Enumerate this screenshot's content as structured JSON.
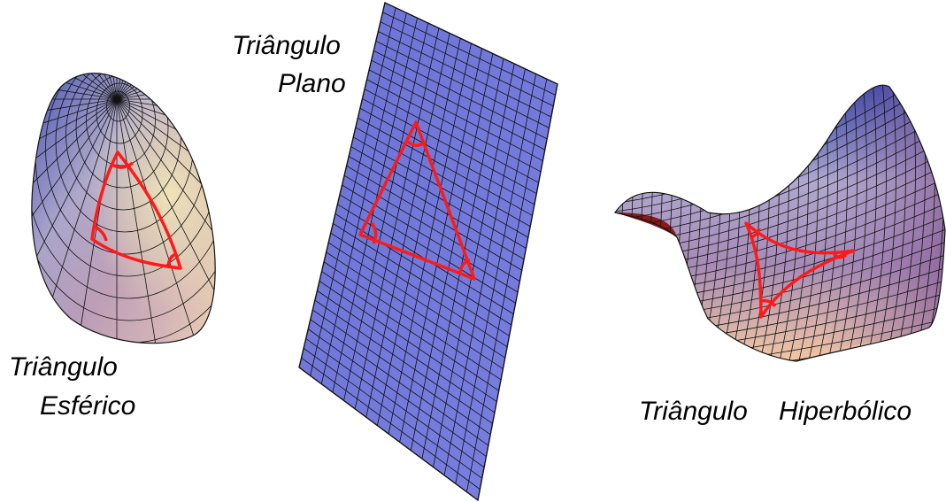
{
  "labels": {
    "spherical_line1": "Triângulo",
    "spherical_line2": "Esférico",
    "flat_line1": "Triângulo",
    "flat_line2": "Plano",
    "hyperbolic_line1": "Triângulo",
    "hyperbolic_line2": "Hiperbólico"
  },
  "colors": {
    "triangle": "#ff1a1a",
    "mesh": "#111111",
    "plane_fill": "#6e76d8",
    "surface_blue": "#3b4fb8",
    "surface_purple": "#9a7ab0",
    "surface_cream": "#efe3b0",
    "surface_peach": "#f0c0a0",
    "saddle_red": "#8a1a1a"
  }
}
